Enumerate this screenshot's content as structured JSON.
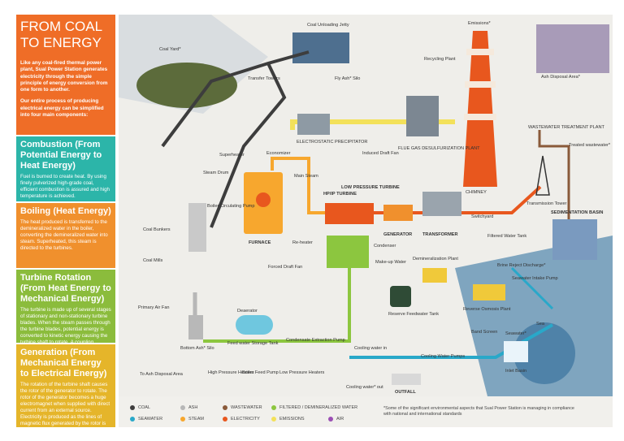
{
  "sidebar": {
    "hero": {
      "title_line1": "FROM COAL",
      "title_line2": "TO ENERGY",
      "intro": "Like any coal-fired thermal power plant, Sual Power Station generates electricity through the simple principle of energy conversion from one form to another.",
      "process": "Our entire process of producing electrical energy can be simplified into four main components:"
    },
    "sections": [
      {
        "title": "Combustion (From Potential Energy to Heat Energy)",
        "text": "Fuel is burned to create heat. By using finely pulverized high-grade coal, efficient combustion is assured and high temperature is achieved.",
        "color": "#2cb5a9"
      },
      {
        "title": "Boiling (Heat Energy)",
        "text": "The heat produced is transferred to the demineralized water in the boiler, converting the demineralized water into steam. Superheated, this steam is directed to the turbines.",
        "color": "#f0902d"
      },
      {
        "title": "Turbine Rotation (From Heat Energy to Mechanical Energy)",
        "text": "The turbine is made up of several stages of stationary and non-stationary turbine blades. When the steam passes through the turbine blades, potential energy is converted to kinetic energy causing the turbine shaft to rotate. A coupling connects the turbine shaft to the generator.",
        "color": "#8bbc3c"
      },
      {
        "title": "Generation (From Mechanical Energy to Electrical Energy)",
        "text": "The rotation of the turbine shaft causes the rotor of the generator to rotate. The rotor of the generator becomes a huge electromagnet when supplied with direct current from an external source. Electricity is produced as the lines of magnetic flux generated by the rotor is cut by a fixed conductor or stator coils.",
        "color": "#e5b52a"
      }
    ]
  },
  "labels": {
    "coal_yard": "Coal Yard*",
    "unloading_jetty": "Coal Unloading Jetty",
    "transfer_towers": "Transfer Towers",
    "fly_ash_silo": "Fly Ash* Silo",
    "recycling_plant": "Recycling Plant",
    "emissions": "Emissions*",
    "ash_disposal_area": "Ash Disposal Area*",
    "wastewater_plant": "WASTEWATER TREATMENT PLANT",
    "treated_wastewater": "Treated wastewater*",
    "esp": "ELECTROSTATIC PRECIPITATOR",
    "induced_draft_fan": "Induced Draft Fan",
    "fgd_plant": "FLUE GAS DESULFURIZATION PLANT",
    "chimney": "CHIMNEY",
    "transmission_tower": "Transmission Tower",
    "economizer": "Economizer",
    "superheater": "Superheater",
    "steam_drum": "Steam Drum",
    "main_steam": "Main Steam",
    "boiler_circ_pump": "Boiler Circulating Pump",
    "furnace": "FURNACE",
    "reheater": "Re-heater",
    "forced_draft_fan": "Forced Draft Fan",
    "hpip_turbine": "HP/IP TURBINE",
    "lp_turbine": "LOW PRESSURE TURBINE",
    "generator": "GENERATOR",
    "transformer": "TRANSFORMER",
    "switchyard": "Switchyard",
    "sedimentation_basin": "SEDIMENTATION BASIN",
    "coal_bunkers": "Coal Bunkers",
    "coal_mills": "Coal Mills",
    "primary_air_fan": "Primary Air Fan",
    "condenser": "Condenser",
    "makeup_water": "Make-up Water",
    "demin_plant": "Demineralization Plant",
    "filtered_water_tank": "Filtered Water Tank",
    "brine_reject": "Brine Reject Discharge*",
    "seawater_intake_pump": "Seawater Intake Pump",
    "reverse_osmosis": "Reverse Osmosis Plant",
    "reserve_feedwater_tank": "Reserve Feedwater Tank",
    "bottom_ash_silo": "Bottom Ash* Silo",
    "deaerator": "Deaerator",
    "feedwater_storage": "Feed water Storage Tank",
    "condensate_pump": "Condensate Extraction Pump",
    "hp_heaters": "High Pressure Heaters",
    "boiler_feed_pump": "Boiler Feed Pump",
    "lp_heaters": "Low Pressure Heaters",
    "ash_disposal_small": "To Ash Disposal Area",
    "cooling_in": "Cooling water in",
    "cooling_out": "Cooling water* out",
    "cooling_pumps": "Cooling Water Pumps",
    "outfall": "OUTFALL",
    "band_screen": "Band Screen",
    "inlet_basin": "Inlet Basin",
    "seawater": "Seawater*",
    "sea": "Sea"
  },
  "legend": {
    "items": [
      {
        "label": "COAL",
        "color": "#3d3d3d"
      },
      {
        "label": "ASH",
        "color": "#b7b7b7"
      },
      {
        "label": "WASTEWATER",
        "color": "#8a5a3a"
      },
      {
        "label": "FILTERED / DEMINERALIZED WATER",
        "color": "#8cc63f"
      },
      {
        "label": "SEAWATER",
        "color": "#29a8c9"
      },
      {
        "label": "STEAM",
        "color": "#f7a72e"
      },
      {
        "label": "ELECTRICITY",
        "color": "#e8571e"
      },
      {
        "label": "EMISSIONS",
        "color": "#f3e15a"
      },
      {
        "label": "AIR",
        "color": "#9b4fb4"
      }
    ],
    "note": "*Some of the significant environmental aspects that Sual Power Station is managing in compliance with national and international standards"
  },
  "colors": {
    "hero_bg": "#ef6d27",
    "coal": "#3d3d3d",
    "steam": "#f7a72e",
    "water": "#8cc63f",
    "seawater": "#29a8c9",
    "electricity": "#e8571e"
  }
}
